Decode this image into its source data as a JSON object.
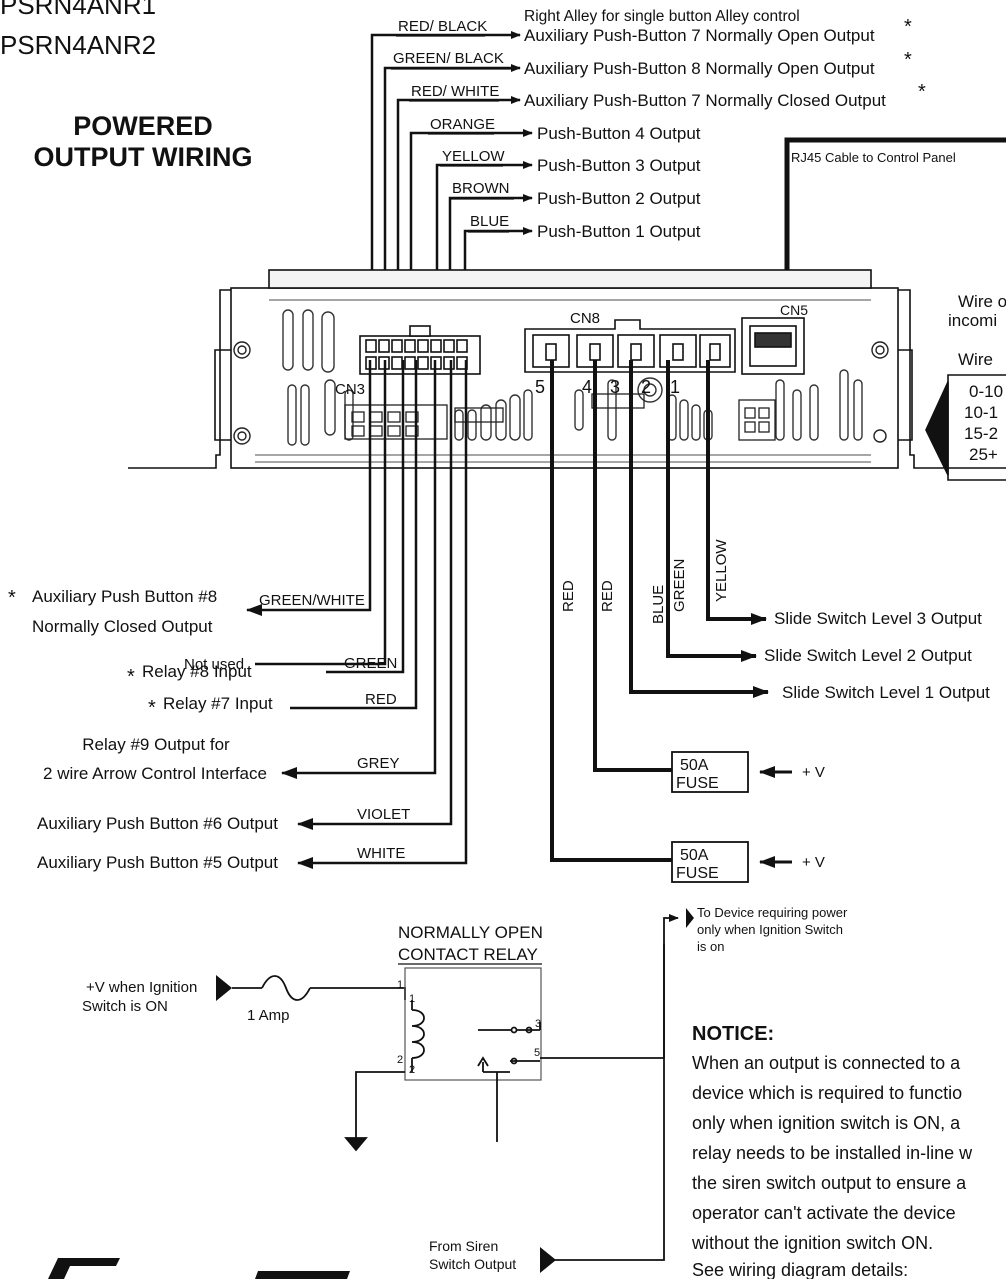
{
  "header": {
    "models": [
      "PSRN4ANR1",
      "PSRN4ANR2"
    ],
    "title_line1": "POWERED",
    "title_line2": "OUTPUT WIRING"
  },
  "top_outputs": [
    {
      "wire": "RED/ BLACK",
      "label": "Auxiliary Push-Button 7 Normally Open Output",
      "star": "*"
    },
    {
      "wire": "GREEN/ BLACK",
      "label": "Auxiliary Push-Button 8 Normally Open Output",
      "star": "*"
    },
    {
      "wire": "RED/ WHITE",
      "label": "Auxiliary Push-Button 7 Normally Closed Output",
      "star": "*"
    },
    {
      "wire": "ORANGE",
      "label": "Push-Button 4 Output",
      "star": ""
    },
    {
      "wire": "YELLOW",
      "label": "Push-Button 3 Output",
      "star": ""
    },
    {
      "wire": "BROWN",
      "label": "Push-Button 2 Output",
      "star": ""
    },
    {
      "wire": "BLUE",
      "label": "Push-Button 1 Output",
      "star": ""
    }
  ],
  "right_alley_note": "Right Alley for single button Alley control",
  "rj45_label": "RJ45 Cable to Control Panel",
  "connectors": {
    "cn3": "CN3",
    "cn8": "CN8",
    "cn5": "CN5"
  },
  "cn8_pins": [
    "5",
    "4",
    "3",
    "2",
    "1"
  ],
  "wire_table": {
    "title_line1": "Wire o",
    "title_line2": "incomi",
    "col_header": "Wire",
    "rows": [
      "0-10",
      "10-1",
      "15-2",
      "25+"
    ]
  },
  "bottom_left_outputs": [
    {
      "wire": "GREEN/WHITE",
      "label_line1": "Auxiliary Push Button #8",
      "label_line2": "Normally Closed Output",
      "star": "*"
    },
    {
      "wire": "",
      "label_line1": "Not used",
      "label_line2": "",
      "star": ""
    },
    {
      "wire": "GREEN",
      "label_line1": "Relay #8 Input",
      "label_line2": "",
      "star": "*"
    },
    {
      "wire": "RED",
      "label_line1": "Relay #7 Input",
      "label_line2": "",
      "star": "*"
    },
    {
      "wire": "GREY",
      "label_line1": "Relay #9 Output for",
      "label_line2": "2 wire Arrow Control Interface",
      "star": ""
    },
    {
      "wire": "VIOLET",
      "label_line1": "Auxiliary Push Button #6 Output",
      "label_line2": "",
      "star": ""
    },
    {
      "wire": "WHITE",
      "label_line1": "Auxiliary Push Button #5 Output",
      "label_line2": "",
      "star": ""
    }
  ],
  "cn8_wires": [
    "RED",
    "RED",
    "BLUE",
    "GREEN",
    "YELLOW"
  ],
  "slide_outputs": [
    "Slide Switch Level 3 Output",
    "Slide Switch Level 2 Output",
    "Slide Switch Level 1 Output"
  ],
  "fuses": [
    {
      "line1": "50A",
      "line2": "FUSE",
      "supply": "+ V"
    },
    {
      "line1": "50A",
      "line2": "FUSE",
      "supply": "+ V"
    }
  ],
  "relay": {
    "title_line1": "NORMALLY OPEN",
    "title_line2": "CONTACT RELAY",
    "input_line1": "+V when Ignition",
    "input_line2": "Switch is ON",
    "fuse_label": "1 Amp",
    "pins": [
      "1",
      "1",
      "2",
      "2",
      "3",
      "5"
    ],
    "device_line1": "To Device requiring power",
    "device_line2": "only when Ignition Switch",
    "device_line3": "is on",
    "from_line1": "From Siren",
    "from_line2": "Switch Output"
  },
  "notice": {
    "title": "NOTICE:",
    "lines": [
      "When an output is connected to a",
      "device which is required to functio",
      "only when ignition switch is ON, a",
      "relay needs to be installed in-line w",
      "the siren switch output to ensure a",
      "operator can't activate the device",
      "without the ignition switch ON.",
      "See wiring diagram details:"
    ]
  }
}
